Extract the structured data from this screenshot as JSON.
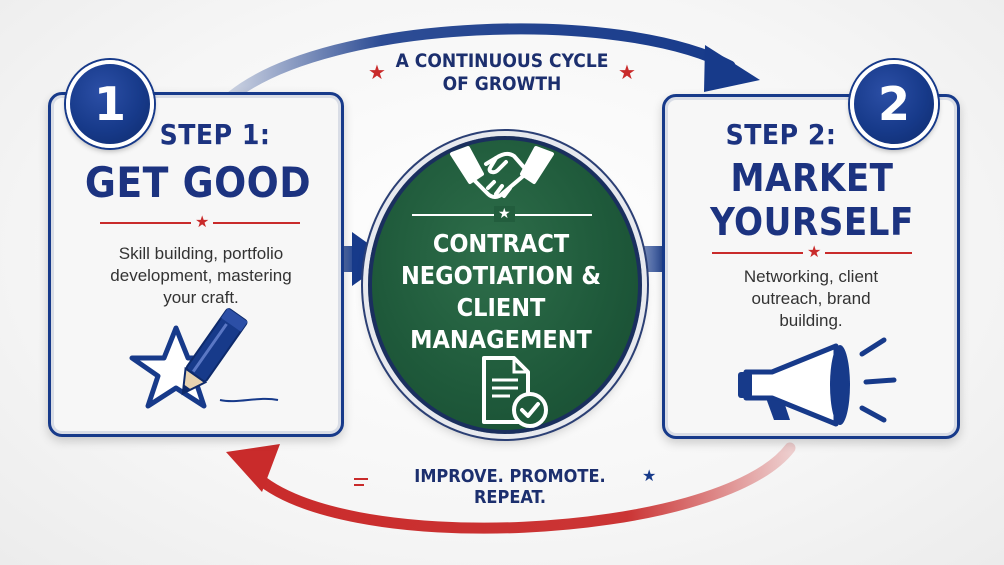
{
  "cycle_label": "A CONTINUOUS CYCLE OF GROWTH",
  "cycle_line1": "A CONTINUOUS CYCLE",
  "cycle_line2": "OF GROWTH",
  "step1": {
    "number": "1",
    "title_line1": "STEP 1:",
    "title_line2": "GET GOOD",
    "desc_line1": "Skill building, portfolio",
    "desc_line2": "development, mastering",
    "desc_line3": "your craft."
  },
  "step2": {
    "number": "2",
    "title_line1": "STEP 2:",
    "title_line2": "MARKET",
    "title_line3": "YOURSELF",
    "desc_line1": "Networking, client",
    "desc_line2": "outreach, brand",
    "desc_line3": "building."
  },
  "center": {
    "line1": "CONTRACT",
    "line2": "NEGOTIATION &",
    "line3": "CLIENT",
    "line4": "MANAGEMENT"
  },
  "footer": "IMPROVE. PROMOTE. REPEAT.",
  "icons": [
    "handshake-icon",
    "document-check-icon",
    "star-icon",
    "pencil-icon",
    "megaphone-icon"
  ],
  "colors": {
    "navy": "#173a8a",
    "red": "#c92b2b",
    "green": "#1f5a3b"
  }
}
